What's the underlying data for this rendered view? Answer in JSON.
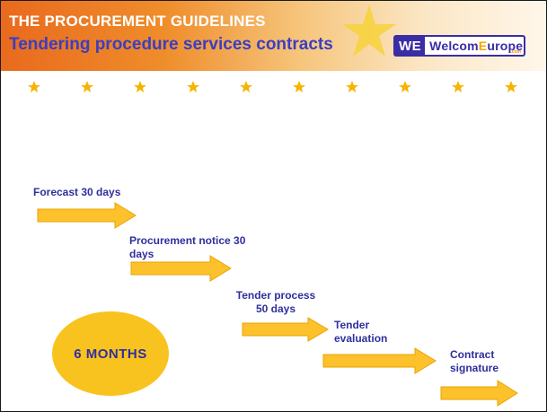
{
  "header": {
    "title_line1": "THE PROCUREMENT GUIDELINES",
    "title_line2": "Tendering procedure services contracts"
  },
  "logo": {
    "we": "WE",
    "brand_welcom": "Welcom",
    "brand_e": "E",
    "brand_urop": "urop",
    "brand_e2": "e",
    "suffix": ".com"
  },
  "steps": [
    {
      "label": "Forecast 30 days"
    },
    {
      "label": "Procurement notice 30 days"
    },
    {
      "label": "Tender process 50 days"
    },
    {
      "label": "Tender evaluation"
    },
    {
      "label": "Contract signature"
    }
  ],
  "summary": {
    "label": "6  MONTHS"
  },
  "colors": {
    "header_orange": "#e96a1e",
    "title_blue": "#3a3ec2",
    "text_navy": "#2f2f9e",
    "arrow_yellow": "#fcc12b",
    "arrow_stroke": "#e9a400",
    "ellipse_yellow": "#f8c31e",
    "star_yellow": "#f6b400"
  },
  "icons": [
    "star-icon",
    "welcomeurope-logo",
    "arrow-right-icon"
  ]
}
